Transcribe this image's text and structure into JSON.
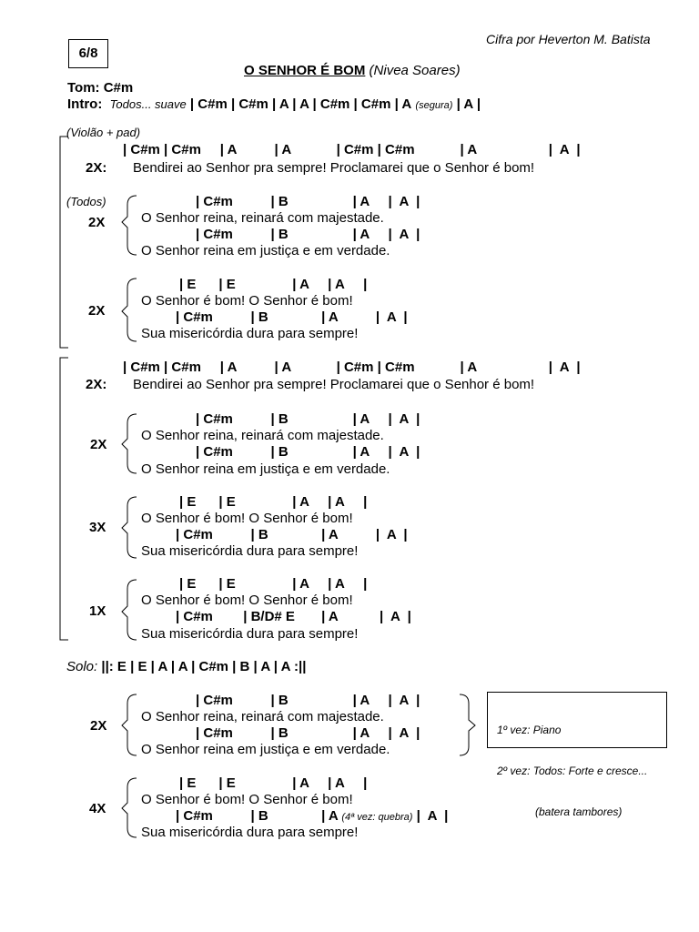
{
  "credit": "Cifra por Heverton M. Batista",
  "page_number": "6/8",
  "title": {
    "name": "O SENHOR É BOM",
    "artist": "(Nivea Soares)"
  },
  "tom": "Tom: C#m",
  "intro": {
    "label": "Intro:",
    "note": "Todos... suave",
    "chords_a": "| C#m | C#m | A | A | C#m | C#m | A",
    "segura": "(segura)",
    "chords_b": "| A |"
  },
  "instr_note": "(Violão + pad)",
  "todos_note": "(Todos)",
  "lines": {
    "bend_chords": "| C#m | C#m     | A          | A            | C#m | C#m            | A                   |  A  |",
    "bend_lyric": "Bendirei ao Senhor pra sempre! Proclamarei que o Senhor é bom!",
    "reina_chords_1": "| C#m          | B                 | A     |  A  |",
    "reina_lyric_1": "O Senhor reina, reinará com majestade.",
    "reina_chords_2": "| C#m          | B                 | A     |  A  |",
    "reina_lyric_2": "O Senhor reina em justiça e em verdade.",
    "bom_chords_1": "| E      | E               | A     | A     |",
    "bom_lyric_1": "O Senhor é bom! O Senhor é bom!",
    "bom_chords_2": "| C#m          | B              | A          |  A  |",
    "bom_chords_2b": "| C#m        | B/D# E       | A           |  A  |",
    "bom_chords_2c": "| C#m          | B              | A",
    "quebra": "(4ª vez: quebra)",
    "bom_end": "|  A  |",
    "bom_lyric_2": "Sua misericórdia dura para sempre!"
  },
  "repeats": {
    "r2x_colon": "2X:",
    "r2x": "2X",
    "r3x": "3X",
    "r1x": "1X",
    "r4x": "4X"
  },
  "solo": {
    "label": "Solo:",
    "chords": "||: E | E | A | A | C#m | B | A | A :||"
  },
  "boxnote": {
    "line1": "1º vez: Piano",
    "line2": "2º vez: Todos: Forte e cresce...",
    "line3": "(batera tambores)"
  }
}
